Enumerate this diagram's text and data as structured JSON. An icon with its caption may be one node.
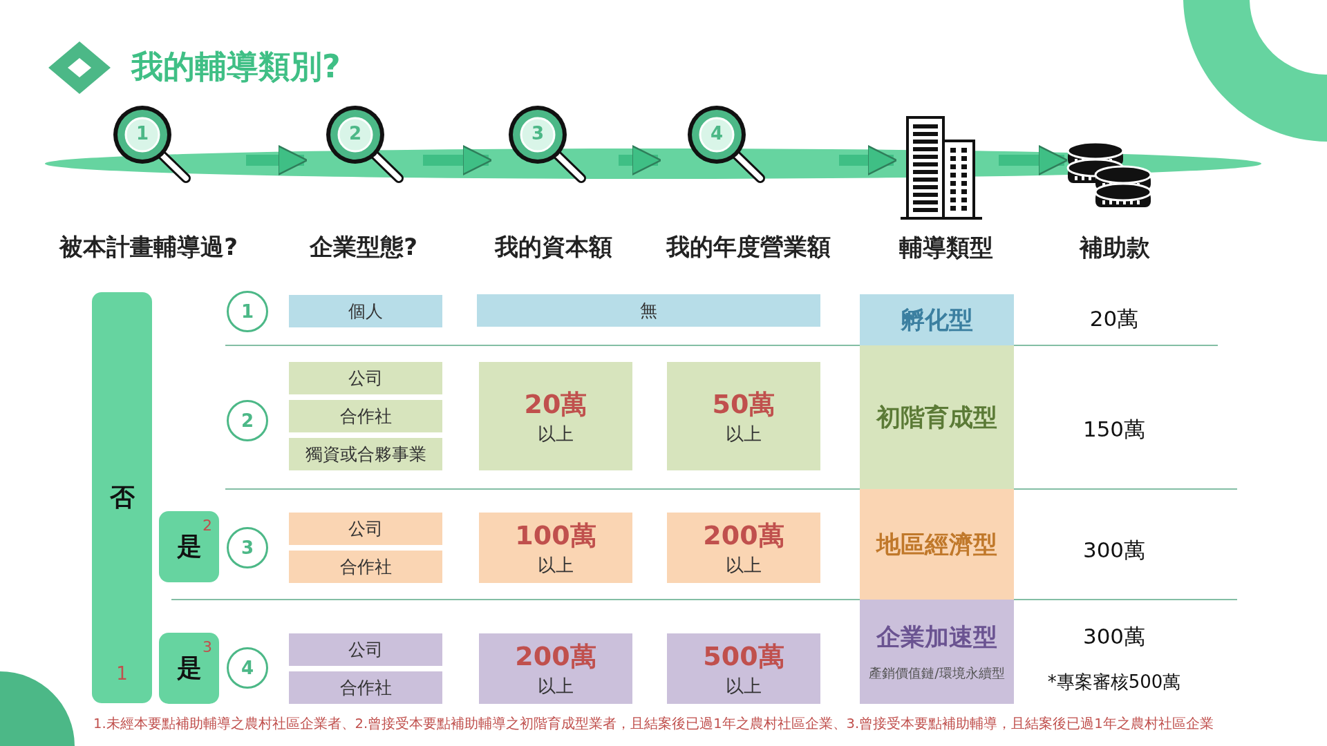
{
  "diagram": {
    "title": "我的輔導類別?",
    "nodes": [
      {
        "text": [
          "1",
          "被本計畫輔導過?"
        ]
      },
      {
        "text": [
          "2",
          "企業型態?"
        ]
      },
      {
        "text": [
          "3",
          "我的資本額"
        ]
      },
      {
        "text": [
          "4",
          "我的年度營業額"
        ]
      },
      {
        "text": [
          "輔導類型"
        ]
      },
      {
        "text": [
          "補助款"
        ]
      },
      {
        "text": [
          "否",
          "1"
        ]
      },
      {
        "text": [
          "是",
          "2"
        ]
      },
      {
        "text": [
          "是",
          "3"
        ]
      },
      {
        "text": [
          "1"
        ]
      },
      {
        "text": [
          "個人"
        ]
      },
      {
        "text": [
          "無"
        ]
      },
      {
        "text": [
          "孵化型"
        ]
      },
      {
        "text": [
          "2"
        ]
      },
      {
        "text": [
          "公司"
        ]
      },
      {
        "text": [
          "合作社"
        ]
      },
      {
        "text": [
          "獨資或合夥事業"
        ]
      },
      {
        "text": [
          "**20萬**以上"
        ]
      },
      {
        "text": [
          "**50萬**以上"
        ]
      },
      {
        "text": [
          "初階育成型"
        ]
      },
      {
        "text": [
          "3"
        ]
      },
      {
        "text": [
          "公司"
        ]
      },
      {
        "text": [
          "合作社"
        ]
      },
      {
        "text": [
          "**100萬**以上"
        ]
      },
      {
        "text": [
          "**200萬**以上"
        ]
      },
      {
        "text": [
          "地區經濟型"
        ]
      },
      {
        "text": [
          "4"
        ]
      },
      {
        "text": [
          "公司"
        ]
      },
      {
        "text": [
          "合作社"
        ]
      },
      {
        "text": [
          "**200萬**以上"
        ]
      },
      {
        "text": [
          "**500萬**以上"
        ]
      },
      {
        "text": [
          "企業加速型",
          "產銷價值鏈/環境永續型"
        ]
      }
    ],
    "edges": [
      {
        "from": 0,
        "to": 1,
        "arrow": "to"
      },
      {
        "from": 1,
        "to": 2,
        "arrow": "to"
      },
      {
        "from": 2,
        "to": 3,
        "arrow": "to"
      },
      {
        "from": 3,
        "to": 4,
        "arrow": "to"
      },
      {
        "from": 4,
        "to": 5,
        "arrow": "to"
      }
    ],
    "labels": [
      "20萬",
      "150萬",
      "300萬",
      "300萬",
      "*專案審核500萬",
      "1.未經本要點補助輔導之農村社區企業者、2.曾接受本要點補助輔導之初階育成型業者，且結案後已過1年之農村社區企業、3.曾接受本要點補助輔導，且結案後已過1年之農村社區企業"
    ]
  }
}
